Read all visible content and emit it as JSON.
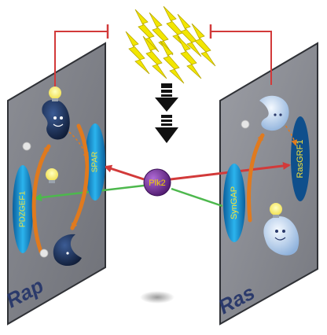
{
  "labels": {
    "left_panel": "Rap",
    "right_panel": "Ras",
    "hub": "Plk2",
    "spar": "SPAR",
    "pdzgef1": "PDZGEF1",
    "syngap": "SynGAP",
    "rasgrf1": "RasGRF1"
  },
  "colors": {
    "panel": "#8a8c93",
    "panel_edge": "#2f3136",
    "panel_label": "#2b3a6b",
    "hub": "#6a2c8f",
    "hub_text": "#f2d200",
    "regulator": "#1e9ad6",
    "regulator_text": "#f4e23a",
    "activation_arrow": "#e07a1e",
    "inhibit_line": "#d23a3a",
    "green_arrow": "#4db84d",
    "dark_molecule": "#1f3560",
    "light_molecule": "#b9d4f2",
    "stimulus": "#f2e600"
  },
  "icons": [
    "lightning-bolts-icon",
    "down-arrow-icon",
    "lightbulb-icon",
    "molecule-active-icon",
    "molecule-inactive-icon"
  ]
}
